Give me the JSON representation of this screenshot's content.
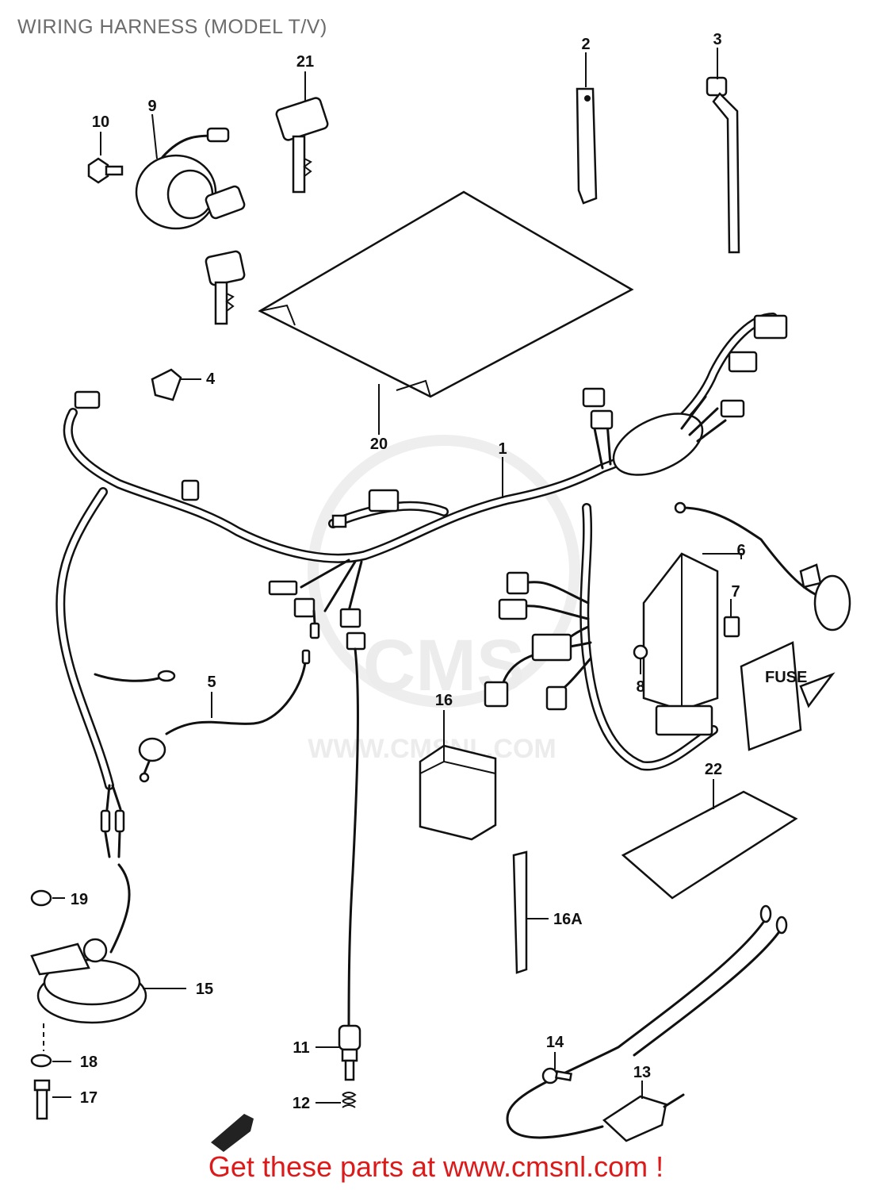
{
  "title": "WIRING HARNESS (MODEL T/V)",
  "footer": "Get these parts at www.cmsnl.com !",
  "watermark": {
    "text": "CMS",
    "url": "WWW.CMSNL.COM"
  },
  "fuse_cover_text": "FUSE",
  "labels": {
    "p1": "1",
    "p2": "2",
    "p3": "3",
    "p4": "4",
    "p5": "5",
    "p6": "6",
    "p7": "7",
    "p8": "8",
    "p9": "9",
    "p10": "10",
    "p11": "11",
    "p12": "12",
    "p13": "13",
    "p14": "14",
    "p15": "15",
    "p16": "16",
    "p16a": "16A",
    "p17": "17",
    "p18": "18",
    "p19": "19",
    "p20": "20",
    "p21": "21",
    "p22": "22"
  },
  "colors": {
    "footer": "#dd1a1a",
    "title": "#6b6b6b",
    "line": "#111111",
    "watermark": "#ececec"
  }
}
